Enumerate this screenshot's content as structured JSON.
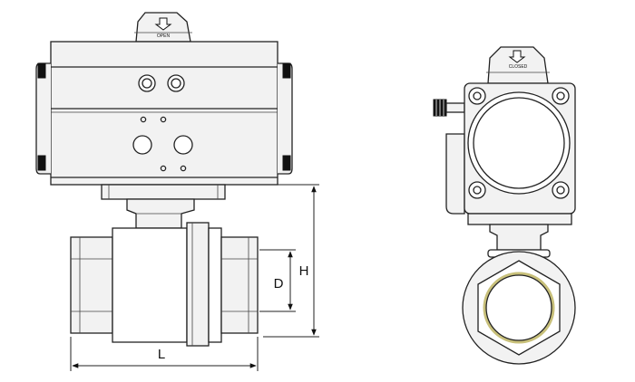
{
  "labels": {
    "open": "OPEN",
    "closed": "CLOSED",
    "length": "L",
    "height": "H",
    "diameter": "D"
  },
  "colors": {
    "line": "#222222",
    "fill": "#f2f2f2",
    "bore_ring": "#c8c07a"
  }
}
